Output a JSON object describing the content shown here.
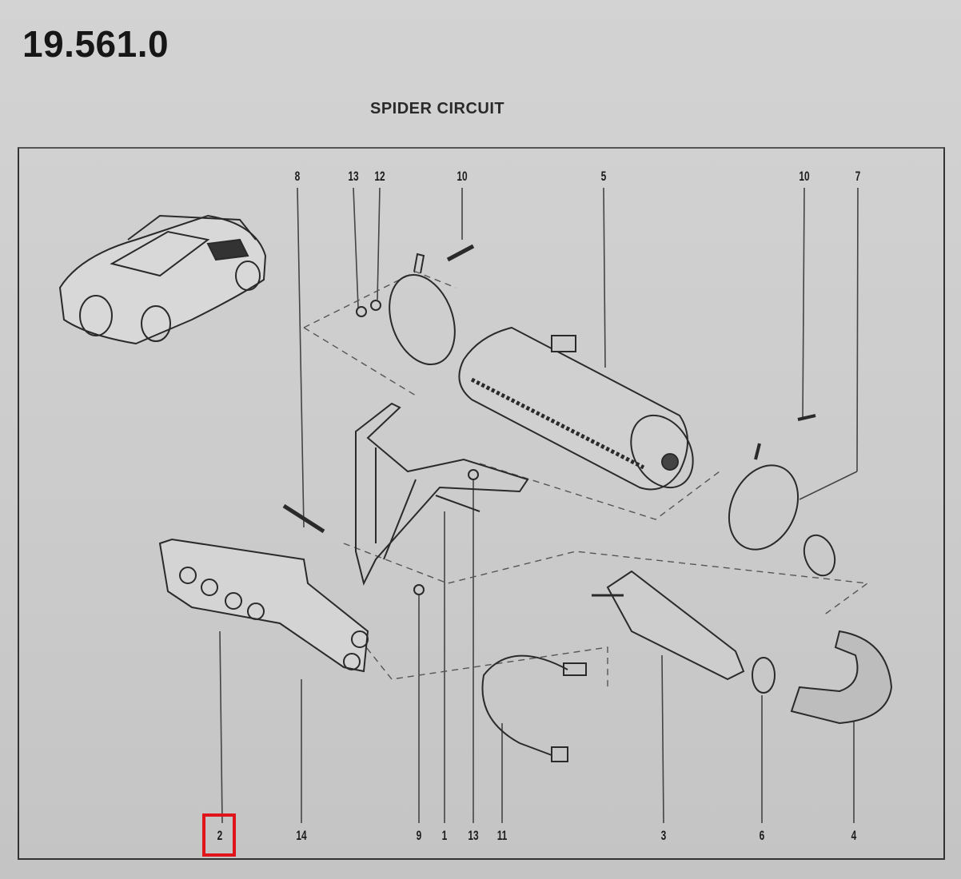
{
  "document": {
    "reference_number": "19.561.0",
    "title": "SPIDER CIRCUIT"
  },
  "diagram": {
    "top_labels": [
      "8",
      "13",
      "12",
      "10",
      "5",
      "10",
      "7"
    ],
    "bottom_labels": [
      "2",
      "14",
      "9",
      "1",
      "13",
      "11",
      "3",
      "6",
      "4"
    ],
    "highlighted_label": "2",
    "highlight_color": "#e0141a"
  }
}
